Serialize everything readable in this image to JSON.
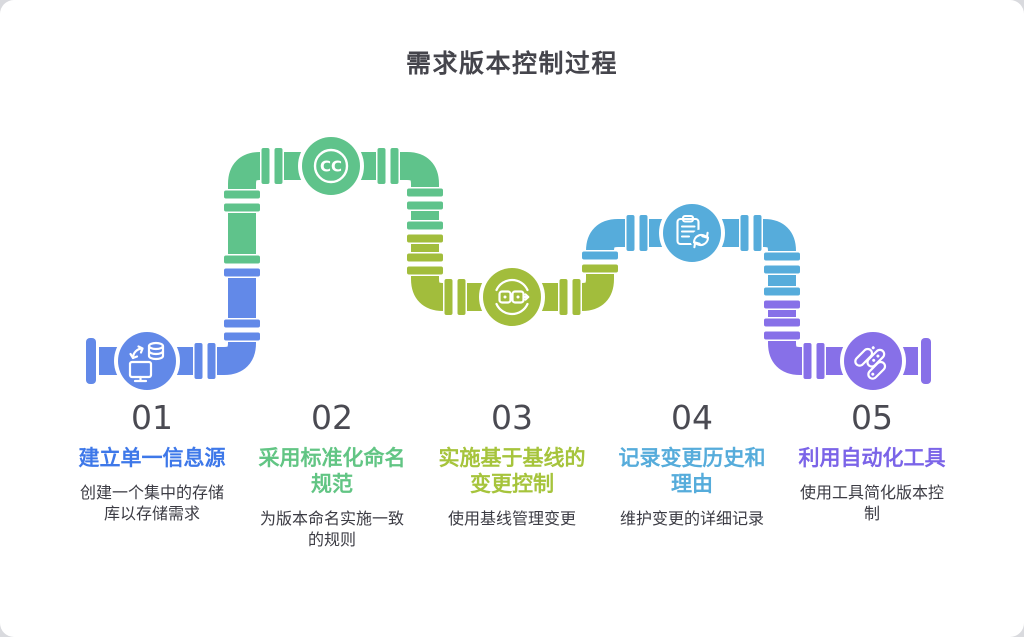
{
  "title": "需求版本控制过程",
  "colors": {
    "blue": "#6289E8",
    "green": "#5FC38B",
    "olive": "#A2BD3C",
    "sky": "#56ACDB",
    "purple": "#8770E8",
    "heading_blue": "#3E78E9",
    "heading_green": "#62C584",
    "heading_olive": "#A6C43C",
    "heading_sky": "#56ACDB",
    "heading_purple": "#7B64E8",
    "title_text": "#45454C",
    "number_text": "#4A4A52",
    "body_text": "#3C3C44",
    "background": "#FFFFFF"
  },
  "icon_labels": {
    "step2": "CC"
  },
  "icons": {
    "step1": "database-sync-icon",
    "step2": "cc-badge-icon",
    "step3": "linked-commits-cycle-icon",
    "step4": "clipboard-sync-icon",
    "step5": "automation-capsules-icon"
  },
  "steps": [
    {
      "number": "01",
      "heading": "建立单一信息源",
      "heading_color": "#3E78E9",
      "description": "创建一个集中的存储库以存储需求"
    },
    {
      "number": "02",
      "heading": "采用标准化命名规范",
      "heading_color": "#62C584",
      "description": "为版本命名实施一致的规则"
    },
    {
      "number": "03",
      "heading": "实施基于基线的变更控制",
      "heading_color": "#A6C43C",
      "description": "使用基线管理变更"
    },
    {
      "number": "04",
      "heading": "记录变更历史和理由",
      "heading_color": "#56ACDB",
      "description": "维护变更的详细记录"
    },
    {
      "number": "05",
      "heading": "利用自动化工具",
      "heading_color": "#7B64E8",
      "description": "使用工具简化版本控制"
    }
  ]
}
